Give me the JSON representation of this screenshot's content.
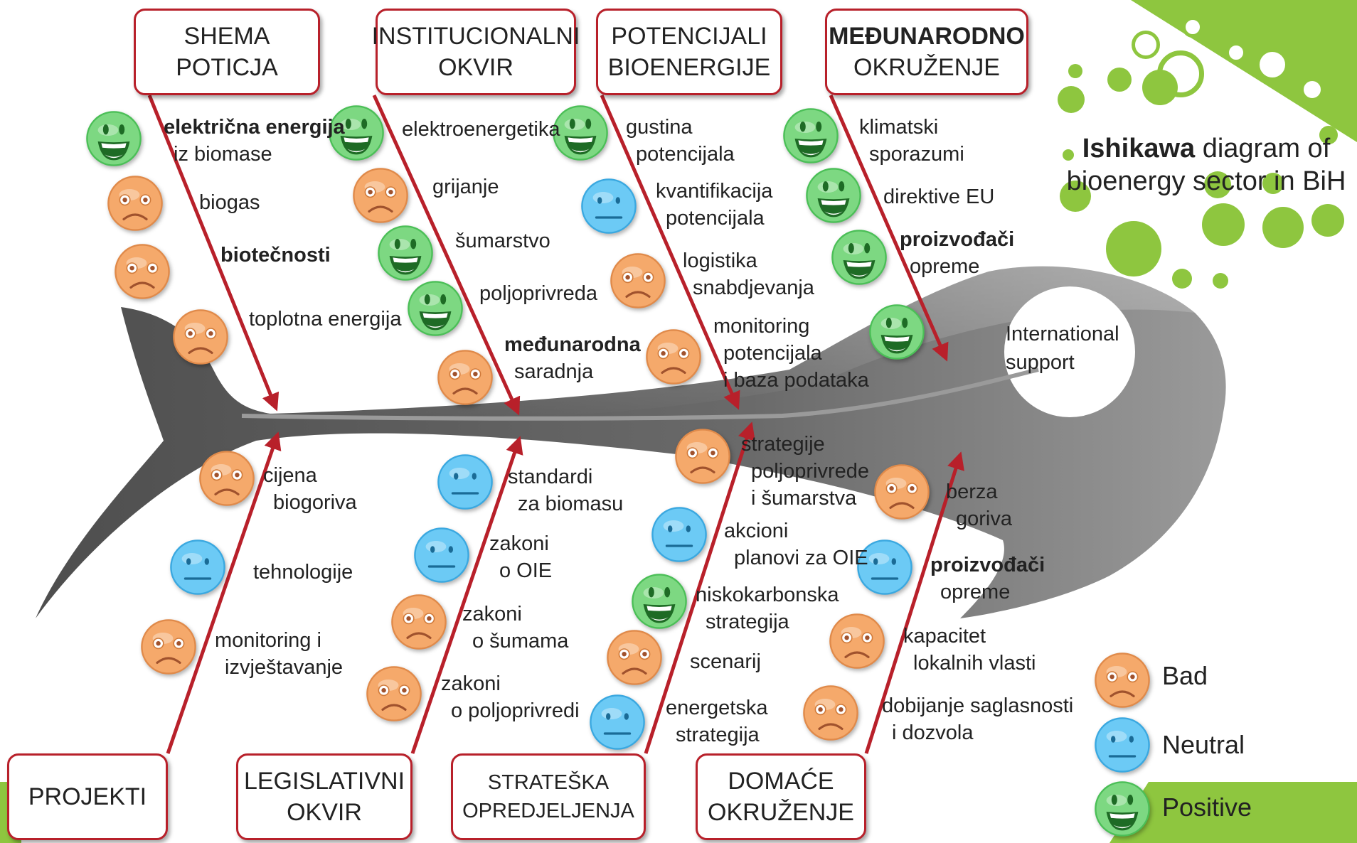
{
  "title": {
    "bold": "Ishikawa",
    "rest_line1": " diagram of",
    "line2": "bioenergy sector in BiH"
  },
  "head_text": {
    "line1": "International",
    "line2": "support"
  },
  "colors": {
    "arrow": "#b8202a",
    "bad": "#f5a96b",
    "neutral": "#6ccaf5",
    "positive": "#7dd882",
    "accent_green": "#8ec63f",
    "fish": "#6d6d6d"
  },
  "legend": [
    {
      "label": "Bad",
      "face": "bad"
    },
    {
      "label": "Neutral",
      "face": "neutral"
    },
    {
      "label": "Positive",
      "face": "positive"
    }
  ],
  "categories": {
    "shema": {
      "lines": [
        "SHEMA",
        "POTICJA"
      ]
    },
    "inst": {
      "lines": [
        "INSTITUCIONALNI",
        "OKVIR"
      ]
    },
    "pot": {
      "lines": [
        "POTENCIJALI",
        "BIOENERGIJE"
      ]
    },
    "medj": {
      "lines": [
        "MEĐUNARODNO",
        "OKRUŽENJE"
      ]
    },
    "proj": {
      "lines": [
        "PROJEKTI"
      ]
    },
    "leg": {
      "lines": [
        "LEGISLATIVNI",
        "OKVIR"
      ]
    },
    "strat": {
      "lines": [
        "STRATEŠKA",
        "OPREDJELJENJA"
      ]
    },
    "dom": {
      "lines": [
        "DOMAĆE",
        "OKRUŽENJE"
      ]
    }
  },
  "causes": {
    "shema": [
      {
        "lines": [
          "električna energija",
          "iz biomase"
        ],
        "face": "positive"
      },
      {
        "lines": [
          "biogas"
        ],
        "face": "bad"
      },
      {
        "lines": [
          "biotečnosti"
        ],
        "face": "bad"
      },
      {
        "lines": [
          "toplotna energija"
        ],
        "face": "bad"
      }
    ],
    "inst": [
      {
        "lines": [
          "elektroenergetika"
        ],
        "face": "positive"
      },
      {
        "lines": [
          "grijanje"
        ],
        "face": "bad"
      },
      {
        "lines": [
          "šumarstvo"
        ],
        "face": "positive"
      },
      {
        "lines": [
          "poljoprivreda"
        ],
        "face": "positive"
      },
      {
        "lines": [
          "međunarodna",
          "saradnja"
        ],
        "face": "bad"
      }
    ],
    "pot": [
      {
        "lines": [
          "gustina",
          "potencijala"
        ],
        "face": "positive"
      },
      {
        "lines": [
          "kvantifikacija",
          "potencijala"
        ],
        "face": "neutral"
      },
      {
        "lines": [
          "logistika",
          "snabdjevanja"
        ],
        "face": "bad"
      },
      {
        "lines": [
          "monitoring",
          "potencijala",
          "i baza podataka"
        ],
        "face": "bad"
      }
    ],
    "medj": [
      {
        "lines": [
          "klimatski",
          "sporazumi"
        ],
        "face": "positive"
      },
      {
        "lines": [
          "direktive EU"
        ],
        "face": "positive"
      },
      {
        "lines": [
          "proizvođači",
          "opreme"
        ],
        "face": "positive"
      },
      {
        "face": "positive"
      }
    ],
    "proj": [
      {
        "lines": [
          "cijena",
          "biogoriva"
        ],
        "face": "bad"
      },
      {
        "lines": [
          "tehnologije"
        ],
        "face": "neutral"
      },
      {
        "lines": [
          "monitoring i",
          "izvještavanje"
        ],
        "face": "bad"
      }
    ],
    "leg": [
      {
        "lines": [
          "standardi",
          "za biomasu"
        ],
        "face": "neutral"
      },
      {
        "lines": [
          "zakoni",
          "o OIE"
        ],
        "face": "neutral"
      },
      {
        "lines": [
          "zakoni",
          "o šumama"
        ],
        "face": "bad"
      },
      {
        "lines": [
          "zakoni",
          "o poljoprivredi"
        ],
        "face": "bad"
      }
    ],
    "strat": [
      {
        "lines": [
          "strategije",
          "poljoprivrede",
          "i šumarstva"
        ],
        "face": "bad"
      },
      {
        "lines": [
          "akcioni",
          "planovi za OIE"
        ],
        "face": "neutral"
      },
      {
        "lines": [
          "niskokarbonska",
          "strategija"
        ],
        "face": "positive"
      },
      {
        "lines": [
          "scenarij"
        ],
        "face": "bad"
      },
      {
        "lines": [
          "energetska",
          "strategija"
        ],
        "face": "neutral"
      }
    ],
    "dom": [
      {
        "lines": [
          "berza",
          "goriva"
        ],
        "face": "bad"
      },
      {
        "lines": [
          "proizvođači",
          "opreme"
        ],
        "face": "neutral"
      },
      {
        "lines": [
          "kapacitet",
          "lokalnih vlasti"
        ],
        "face": "bad"
      },
      {
        "lines": [
          "dobijanje saglasnosti",
          "i dozvola"
        ],
        "face": "bad"
      }
    ]
  }
}
